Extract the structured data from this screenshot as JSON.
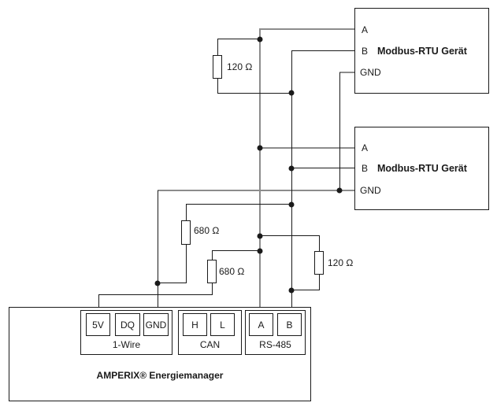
{
  "devices": [
    {
      "terminal_a": "A",
      "terminal_b": "B",
      "terminal_gnd": "GND",
      "label": "Modbus-RTU Gerät"
    },
    {
      "terminal_a": "A",
      "terminal_b": "B",
      "terminal_gnd": "GND",
      "label": "Modbus-RTU Gerät"
    }
  ],
  "resistors": [
    {
      "value": "120 Ω"
    },
    {
      "value": "680 Ω"
    },
    {
      "value": "680 Ω"
    },
    {
      "value": "120 Ω"
    }
  ],
  "energiemanager": {
    "label": "AMPERIX® Energiemanager",
    "groups": [
      {
        "label": "1-Wire",
        "terminals": [
          "5V",
          "DQ",
          "GND"
        ]
      },
      {
        "label": "CAN",
        "terminals": [
          "H",
          "L"
        ]
      },
      {
        "label": "RS-485",
        "terminals": [
          "A",
          "B"
        ]
      }
    ]
  },
  "colors": {
    "wire_primary": "#1a1a1a",
    "wire_secondary": "#8c8c8c"
  }
}
